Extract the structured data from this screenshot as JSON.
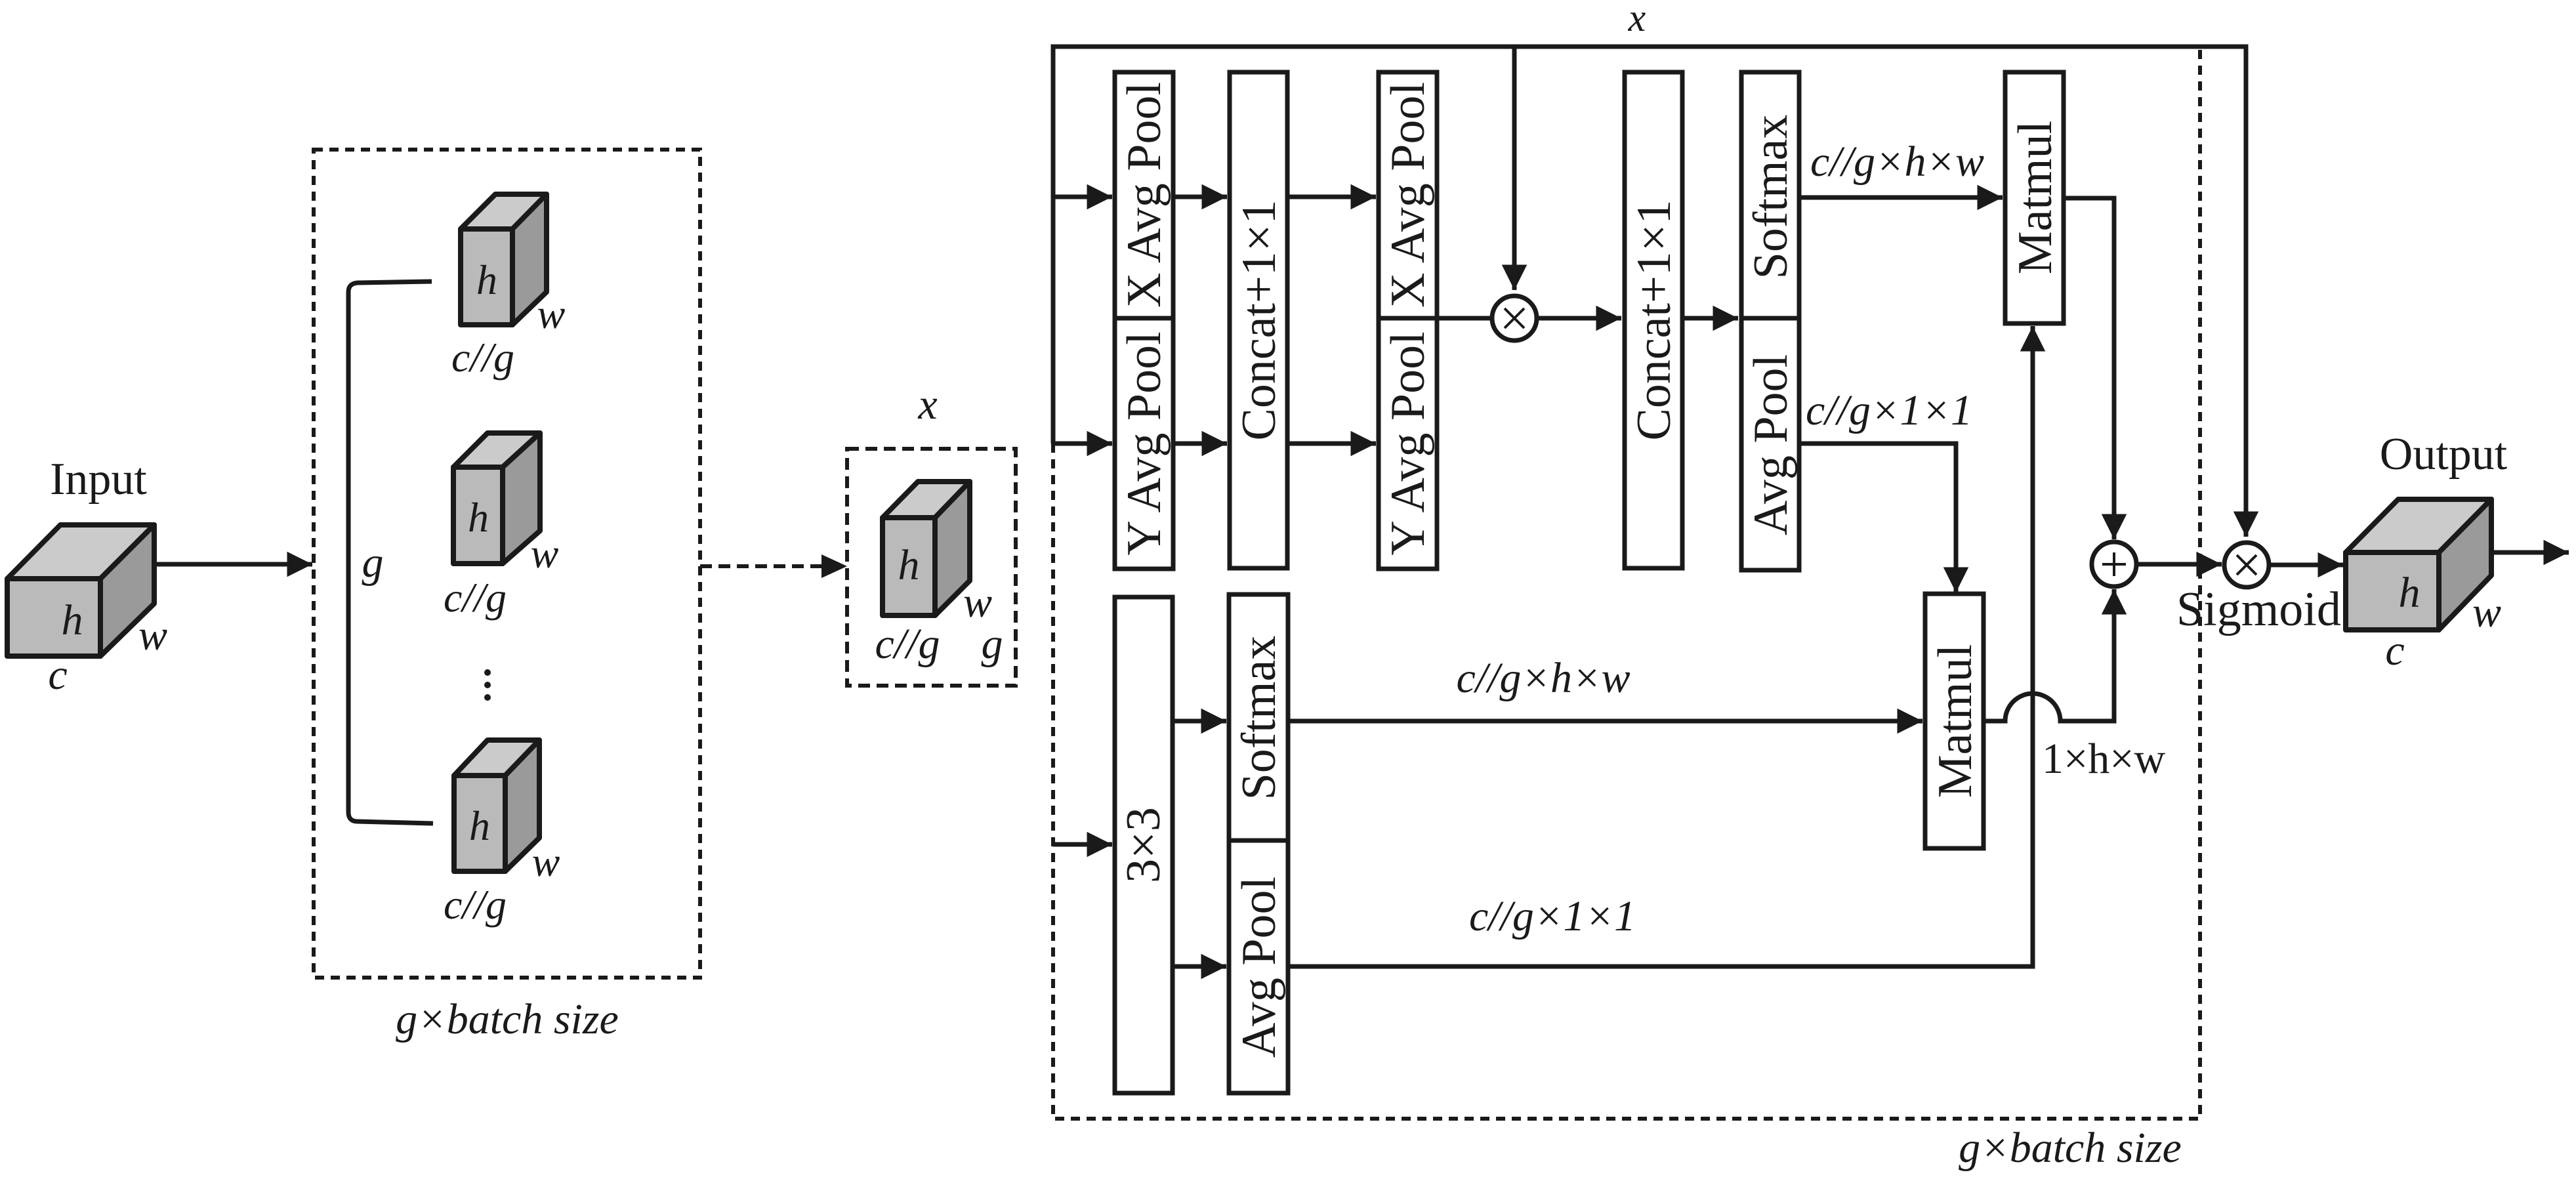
{
  "figure": {
    "input": {
      "title": "Input",
      "h": "h",
      "w": "w",
      "c": "c"
    },
    "grouping": {
      "group_label": "g",
      "cubes": [
        {
          "h": "h",
          "w": "w",
          "c": "c//g"
        },
        {
          "h": "h",
          "w": "w",
          "c": "c//g"
        },
        {
          "h": "h",
          "w": "w",
          "c": "c//g"
        }
      ],
      "ellipsis": "⋮",
      "caption": "g×batch size"
    },
    "grouped_x": {
      "label": "x",
      "h": "h",
      "w": "w",
      "c": "c//g",
      "g": "g"
    },
    "module": {
      "skip_label": "x",
      "branch1": {
        "pool1_x": "X Avg Pool",
        "pool1_y": "Y Avg Pool",
        "concat1": "Concat+1×1",
        "pool2_x": "X Avg Pool",
        "pool2_y": "Y Avg Pool",
        "multiply_symbol": "×",
        "concat2": "Concat+1×1",
        "softmax": "Softmax",
        "avgpool": "Avg Pool",
        "softmax_dim": "c//g×h×w",
        "avgpool_dim": "c//g×1×1",
        "matmul": "Matmul"
      },
      "branch2": {
        "conv": "3×3",
        "softmax": "Softmax",
        "avgpool": "Avg Pool",
        "softmax_dim": "c//g×h×w",
        "avgpool_dim": "c//g×1×1",
        "matmul": "Matmul",
        "matmul_dim": "1×h×w"
      },
      "add_symbol": "+",
      "sigmoid": "Sigmoid",
      "final_multiply_symbol": "×",
      "caption": "g×batch size"
    },
    "output": {
      "title": "Output",
      "h": "h",
      "w": "w",
      "c": "c"
    }
  }
}
